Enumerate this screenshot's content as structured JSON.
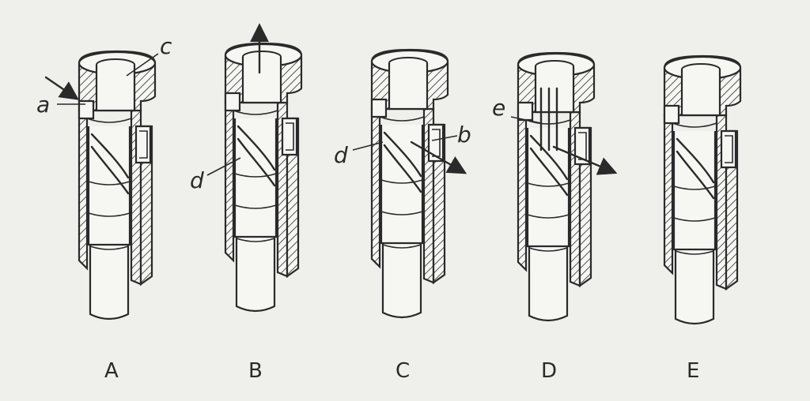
{
  "panels": [
    {
      "id": "A",
      "label": "A",
      "callouts": [
        {
          "letter": "a"
        },
        {
          "letter": "c"
        }
      ]
    },
    {
      "id": "B",
      "label": "B",
      "callouts": [
        {
          "letter": "d"
        }
      ]
    },
    {
      "id": "C",
      "label": "C",
      "callouts": [
        {
          "letter": "d"
        },
        {
          "letter": "b"
        }
      ]
    },
    {
      "id": "D",
      "label": "D",
      "callouts": [
        {
          "letter": "e"
        }
      ]
    },
    {
      "id": "E",
      "label": "E",
      "callouts": []
    }
  ]
}
